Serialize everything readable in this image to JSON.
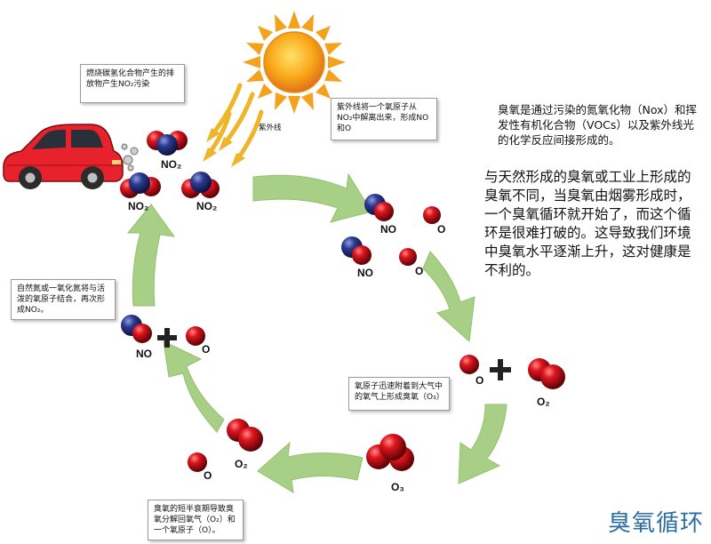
{
  "title": "臭氧循环",
  "intro_note": "臭氧是通过污染的氮氧化物（Nox）和挥发性有机化合物（VOCs）以及紫外线光的化学反应间接形成的。",
  "main_note": "与天然形成的臭氧或工业上形成的臭氧不同，当臭氧由烟雾形成时，一个臭氧循环就开始了，而这个循环是很难打破的。这导致我们环境中臭氧水平逐渐上升，这对健康是不利的。",
  "boxes": {
    "car_emission": "燃烧碳氢化合物产生的排放物产生NO₂污染",
    "uv_split": "紫外线将一个氧原子从NO₂中解离出来，形成NO和O",
    "ozone_form": "氧原子迅速附着到大气中的氧气上形成臭氧（O₃）",
    "ozone_decay": "臭氧的短半衰期导致臭氧分解回氧气（O₂）和一个氧原子（O）。",
    "no_recombine": "自然氮或一氧化氮将与活泼的氧原子结合，再次形成NO₂。"
  },
  "uv_label": "紫外线",
  "molecule_labels": {
    "no2_a": "NO₂",
    "no2_b": "NO₂",
    "no2_c": "NO₂",
    "no_1": "NO",
    "o_1": "O",
    "no_2": "NO",
    "o_2": "O",
    "o_3": "O",
    "o2_1": "O₂",
    "o3": "O₃",
    "o_4": "O",
    "o2_2": "O₂",
    "no_3": "NO",
    "o_5": "O"
  },
  "colors": {
    "arrow_green": "#a8cf86",
    "oxygen_red": "#d8141c",
    "nitrogen_blue": "#2b3a8f",
    "car_red": "#e8222c",
    "sun_orange": "#f7a21a",
    "ray_yellow": "#efb52a",
    "title_blue": "#2b6ea6"
  }
}
